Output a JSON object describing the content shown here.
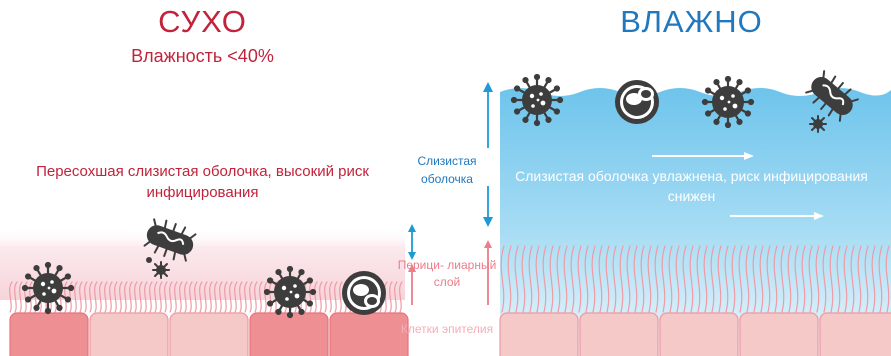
{
  "dry_panel": {
    "title": "СУХО",
    "humidity": "Влажность <40%",
    "description": "Пересохшая слизистая оболочка, высокий риск инфицирования"
  },
  "wet_panel": {
    "title": "ВЛАЖНО",
    "description": "Слизистая оболочка увлажнена, риск инфицирования снижен"
  },
  "layer_labels": {
    "mucus": "Слизистая оболочка",
    "periciliary": "Перици- лиарный слой",
    "epithelium": "Клетки эпителия"
  },
  "colors": {
    "dry_accent": "#c2233a",
    "wet_accent": "#2078bf",
    "arrow_blue": "#1d9ad6",
    "arrow_pink": "#ec7d8b",
    "cell_fill": "#f6c9c9",
    "cell_infected": "#ee8f93",
    "virus": "#3d3d3d"
  }
}
